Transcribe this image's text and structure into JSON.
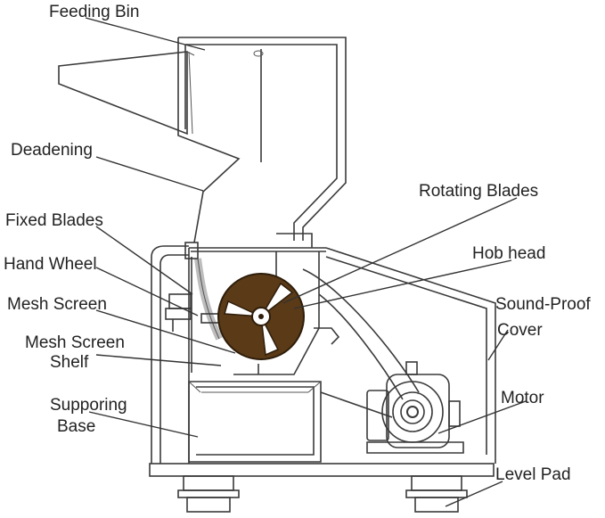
{
  "labels": {
    "feeding_bin": "Feeding Bin",
    "deadening": "Deadening",
    "fixed_blades": "Fixed Blades",
    "hand_wheel": "Hand Wheel",
    "mesh_screen": "Mesh Screen",
    "mesh_screen_shelf_1": "Mesh Screen",
    "mesh_screen_shelf_2": "Shelf",
    "supporing_base_1": "Supporing",
    "supporing_base_2": "Base",
    "rotating_blades": "Rotating Blades",
    "hob_head": "Hob head",
    "sound_proof_cover_1": "Sound-Proof",
    "sound_proof_cover_2": "Cover",
    "motor": "Motor",
    "level_pad": "Level Pad"
  },
  "colors": {
    "line": "#333333",
    "rotor_fill": "#5a3a17",
    "screen": "#bdbdbd",
    "background": "#ffffff"
  }
}
